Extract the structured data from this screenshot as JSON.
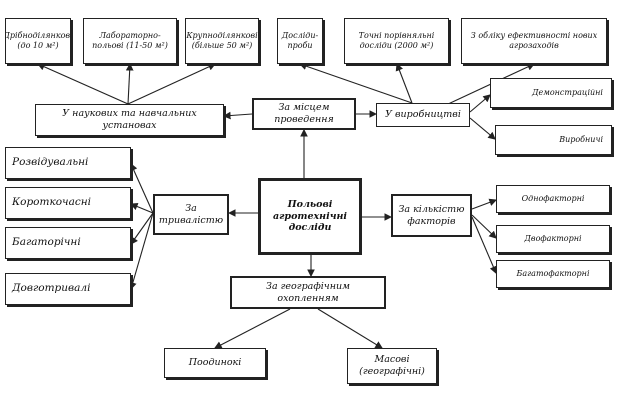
{
  "nodes": {
    "center": "Польові агротехнічні досліди",
    "place": "За місцем проведення",
    "institutions": "У наукових та навчальних установах",
    "production": "У виробництві",
    "small_plot": "Дрібноділянкові (до 10 м²)",
    "lab_field": "Лабораторно-польові (11-50 м²)",
    "large_plot": "Крупноділянкові (більше 50 м²)",
    "trial": "Досліди-проби",
    "precise": "Точні порівняльні досліди (2000 м²)",
    "efficiency": "З обліку ефективності нових агрозаходів",
    "demonstration": "Демонстраційні",
    "productional": "Виробничі",
    "duration": "За тривалістю",
    "exploratory": "Розвідувальні",
    "short_term": "Короткочасні",
    "multi_year": "Багаторічні",
    "long_term": "Довготривалі",
    "factors": "За кількістю факторів",
    "one_factor": "Однофакторні",
    "two_factor": "Двофакторні",
    "multi_factor": "Багатофакторні",
    "geography": "За географічним охопленням",
    "single": "Поодинокі",
    "mass": "Масові (географічні)"
  }
}
